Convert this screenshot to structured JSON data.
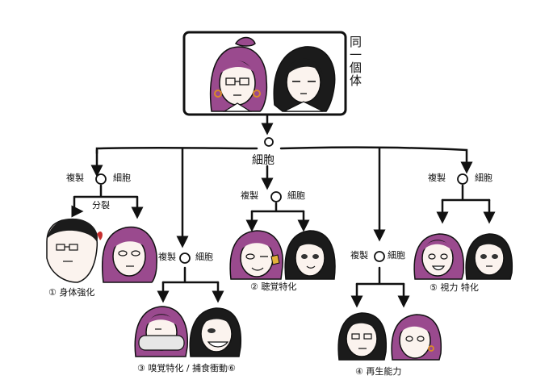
{
  "top_note": "同一個体",
  "cell_root": "細胞",
  "split": "分裂",
  "left_clone": "複製",
  "right_cell": "細胞",
  "captions": {
    "c1": "① 身体強化",
    "c2": "② 聴覚特化",
    "c3": "③ 嗅覚特化 / 捕食衝動⑥",
    "c4": "④ 再生能力",
    "c5": "⑤ 視力 特化"
  },
  "colors": {
    "line": "#111111",
    "hair_purple": "#9a4a8e",
    "hair_black": "#1b1b1b",
    "skin": "#fbf3ee",
    "earring": "#d98a2a"
  },
  "characters": [
    "purple-haired",
    "black-haired"
  ]
}
